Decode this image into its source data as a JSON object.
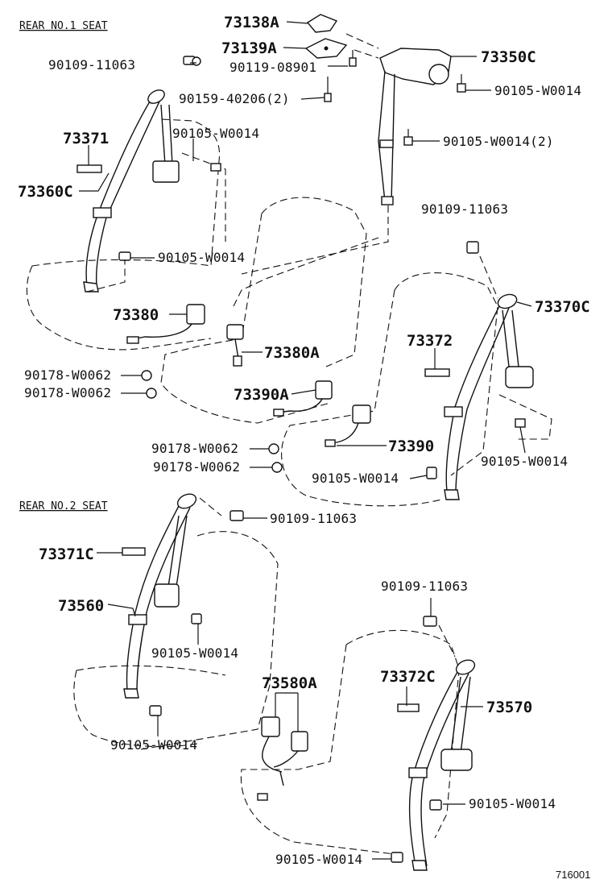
{
  "sections": {
    "rear1": "REAR NO.1 SEAT",
    "rear2": "REAR NO.2 SEAT"
  },
  "parts": {
    "p73138A": "73138A",
    "p73139A": "73139A",
    "p73350C": "73350C",
    "p90109_a": "90109-11063",
    "p90119": "90119-08901",
    "p90159": "90159-40206(2)",
    "p90105_top1": "90105-W0014",
    "p90105_top2": "90105-W0014(2)",
    "p73371": "73371",
    "p90105_a": "90105-W0014",
    "p73360C": "73360C",
    "p90105_b": "90105-W0014",
    "p90109_b": "90109-11063",
    "p73370C": "73370C",
    "p73380": "73380",
    "p73380A": "73380A",
    "p73372": "73372",
    "p90178_a": "90178-W0062",
    "p90178_b": "90178-W0062",
    "p73390A": "73390A",
    "p90178_c": "90178-W0062",
    "p90178_d": "90178-W0062",
    "p73390": "73390",
    "p90105_c": "90105-W0014",
    "p90105_d": "90105-W0014",
    "p90109_c": "90109-11063",
    "p73371C": "73371C",
    "p73560": "73560",
    "p90105_e": "90105-W0014",
    "p90109_d": "90109-11063",
    "p73580A": "73580A",
    "p73372C": "73372C",
    "p73570": "73570",
    "p90105_f": "90105-W0014",
    "p90105_g": "90105-W0014",
    "p90105_h": "90105-W0014"
  },
  "figure_id": "716001"
}
